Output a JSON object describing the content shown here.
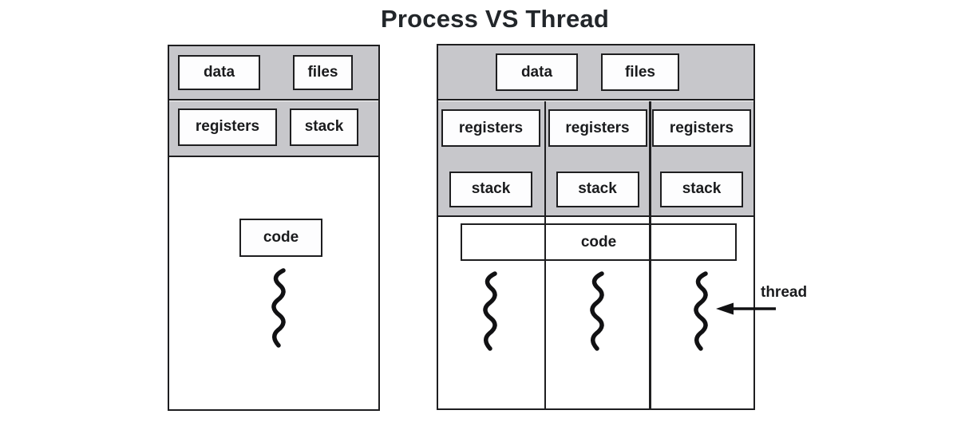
{
  "title": "Process VS Thread",
  "colors": {
    "panel_gray": "#c7c7cb",
    "line_black": "#1e1e20",
    "text": "#1a1b1d",
    "background": "#ffffff"
  },
  "left_diagram": {
    "data": "data",
    "files": "files",
    "registers": "registers",
    "stack": "stack",
    "code": "code"
  },
  "right_diagram": {
    "data": "data",
    "files": "files",
    "columns": [
      {
        "registers": "registers",
        "stack": "stack"
      },
      {
        "registers": "registers",
        "stack": "stack"
      },
      {
        "registers": "registers",
        "stack": "stack"
      }
    ],
    "code": "code"
  },
  "annotation": {
    "thread_label": "thread"
  }
}
